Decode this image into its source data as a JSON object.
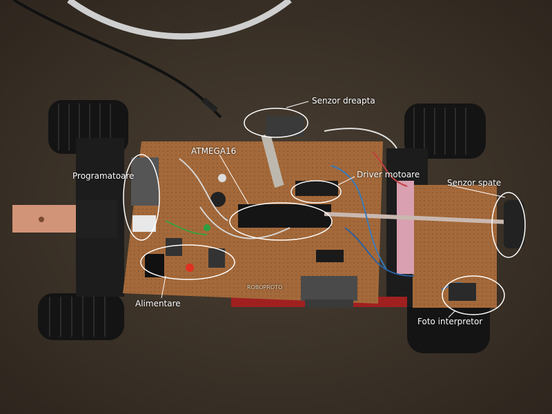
{
  "labels": {
    "senzor_dreapta": "Senzor dreapta",
    "atmega16": "ATMEGA16",
    "driver_motoare": "Driver motoare",
    "programatoare": "Programatoare",
    "senzor_spate": "Senzor spate",
    "alimentare": "Alimentare",
    "foto_interpretor": "Foto interpretor"
  },
  "board_marking": "ROBOPROTO",
  "colors": {
    "carpet": "#3b3228",
    "pcb": "#a4693a",
    "annotation": "#ffffff",
    "tire": "#141414",
    "chassis": "#1c1c1c"
  }
}
